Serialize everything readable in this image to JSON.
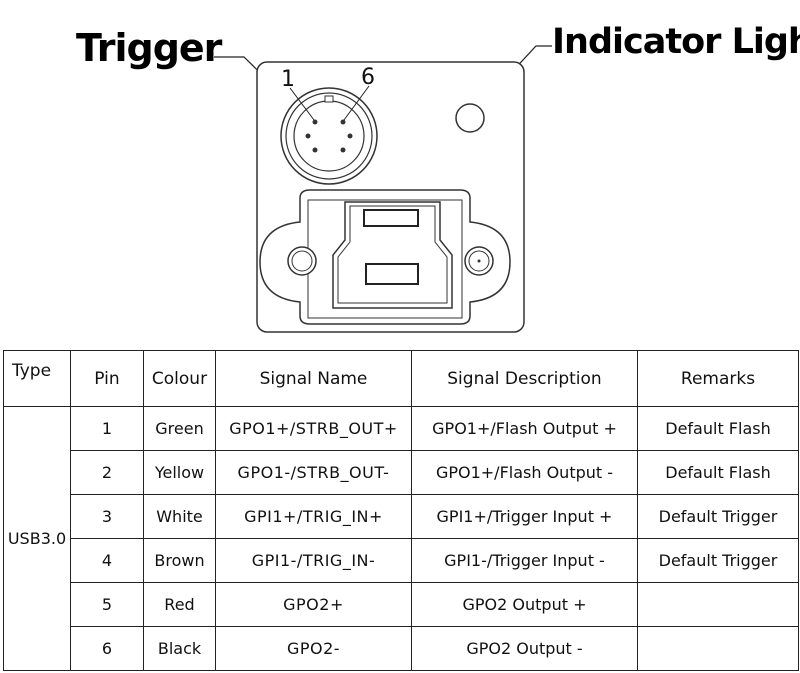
{
  "callouts": {
    "trigger": "Trigger",
    "indicator": "Indicator Light"
  },
  "connector": {
    "pin_first": "1",
    "pin_last": "6"
  },
  "table": {
    "headers": [
      "Type",
      "Pin",
      "Colour",
      "Signal Name",
      "Signal Description",
      "Remarks"
    ],
    "type_value": "USB3.0",
    "rows": [
      {
        "pin": "1",
        "colour": "Green",
        "signal_name": "GPO1+/STRB_OUT+",
        "description": "GPO1+/Flash Output +",
        "remarks": "Default Flash"
      },
      {
        "pin": "2",
        "colour": "Yellow",
        "signal_name": "GPO1-/STRB_OUT-",
        "description": "GPO1+/Flash Output -",
        "remarks": "Default Flash"
      },
      {
        "pin": "3",
        "colour": "White",
        "signal_name": "GPI1+/TRIG_IN+",
        "description": "GPI1+/Trigger Input +",
        "remarks": "Default Trigger"
      },
      {
        "pin": "4",
        "colour": "Brown",
        "signal_name": "GPI1-/TRIG_IN-",
        "description": "GPI1-/Trigger Input -",
        "remarks": "Default Trigger"
      },
      {
        "pin": "5",
        "colour": "Red",
        "signal_name": "GPO2+",
        "description": "GPO2 Output +",
        "remarks": ""
      },
      {
        "pin": "6",
        "colour": "Black",
        "signal_name": "GPO2-",
        "description": "GPO2 Output -",
        "remarks": ""
      }
    ]
  }
}
